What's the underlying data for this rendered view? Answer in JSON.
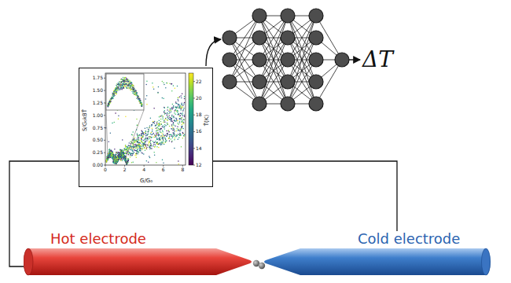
{
  "diagram": {
    "nodes": [
      {
        "text": [
          "S/G₀kBT̄",
          "G/G₀",
          "T̄(K)"
        ]
      },
      {
        "text": [
          "Hot electrode"
        ]
      },
      {
        "text": [
          "Cold electrode"
        ]
      }
    ],
    "edges": [
      {
        "from": 1,
        "to": 0,
        "arrow": "none"
      },
      {
        "from": 0,
        "to": 2,
        "arrow": "none"
      }
    ],
    "labels": [
      "0.00",
      "0.25",
      "0.50",
      "0.75",
      "1.00",
      "1.25",
      "1.50",
      "1.75",
      "0",
      "2",
      "4",
      "6",
      "8",
      "12",
      "14",
      "16",
      "18",
      "20",
      "22",
      "ΔT"
    ]
  }
}
